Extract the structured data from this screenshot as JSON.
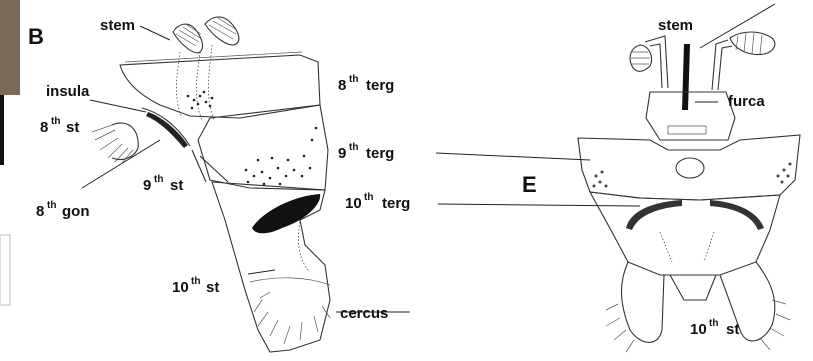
{
  "panels": {
    "left": "B",
    "right": "E"
  },
  "labels_left": {
    "stem": "stem",
    "insula": "insula",
    "st8_num": "8",
    "st8_sup": "th",
    "st8_word": "st",
    "gon8_num": "8",
    "gon8_sup": "th",
    "gon8_word": "gon",
    "st9_num": "9",
    "st9_sup": "th",
    "st9_word": "st",
    "st10_num": "10",
    "st10_sup": "th",
    "st10_word": "st",
    "terg8_num": "8",
    "terg8_sup": "th",
    "terg8_word": "terg",
    "terg9_num": "9",
    "terg9_sup": "th",
    "terg9_word": "terg",
    "terg10_num": "10",
    "terg10_sup": "th",
    "terg10_word": "terg",
    "cercus": "cercus"
  },
  "labels_right": {
    "stem": "stem",
    "furca": "furca",
    "st10_num": "10",
    "st10_sup": "th",
    "st10_word": "st"
  },
  "colors": {
    "line": "#222222",
    "ink_fill": "#111111",
    "background": "#ffffff"
  }
}
